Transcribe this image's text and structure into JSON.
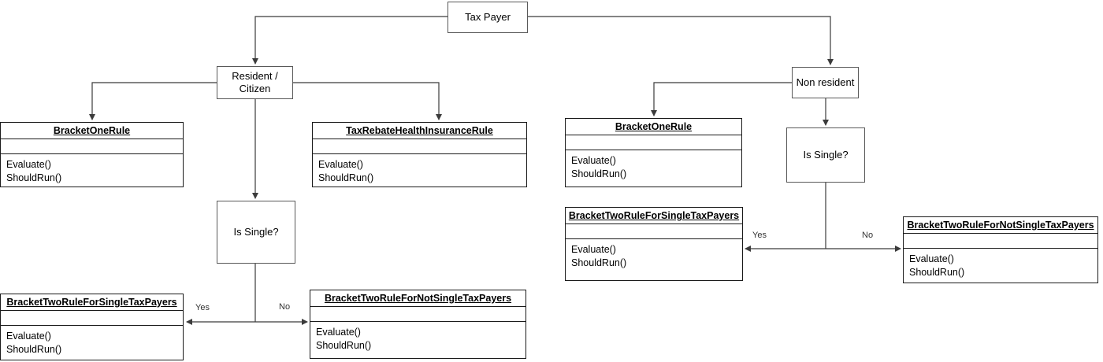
{
  "nodes": {
    "tax_payer": {
      "label": "Tax Payer"
    },
    "resident": {
      "label": "Resident /\nCitizen"
    },
    "non_resident": {
      "label": "Non resident"
    },
    "is_single_left": {
      "label": "Is Single?"
    },
    "is_single_right": {
      "label": "Is Single?"
    }
  },
  "class_boxes": [
    {
      "title": "BracketOneRule",
      "methods": "Evaluate()\nShouldRun()"
    },
    {
      "title": "TaxRebateHealthInsuranceRule",
      "methods": "Evaluate()\nShouldRun()"
    },
    {
      "title": "BracketOneRule",
      "methods": "Evaluate()\nShouldRun()"
    },
    {
      "title": "BracketTwoRuleForSingleTaxPayers",
      "methods": "Evaluate()\nShouldRun()"
    },
    {
      "title": "BracketTwoRuleForNotSingleTaxPayers",
      "methods": "Evaluate()\nShouldRun()"
    },
    {
      "title": "BracketTwoRuleForSingleTaxPayers",
      "methods": "Evaluate()\nShouldRun()"
    },
    {
      "title": "BracketTwoRuleForNotSingleTaxPayers",
      "methods": "Evaluate()\nShouldRun()"
    }
  ],
  "edge_labels": [
    {
      "text": "Yes"
    },
    {
      "text": "No"
    },
    {
      "text": "Yes"
    },
    {
      "text": "No"
    }
  ],
  "colors": {
    "stroke": "#3b3b3b",
    "box_border": "#1a1a1a",
    "background": "#ffffff",
    "text": "#000000"
  }
}
